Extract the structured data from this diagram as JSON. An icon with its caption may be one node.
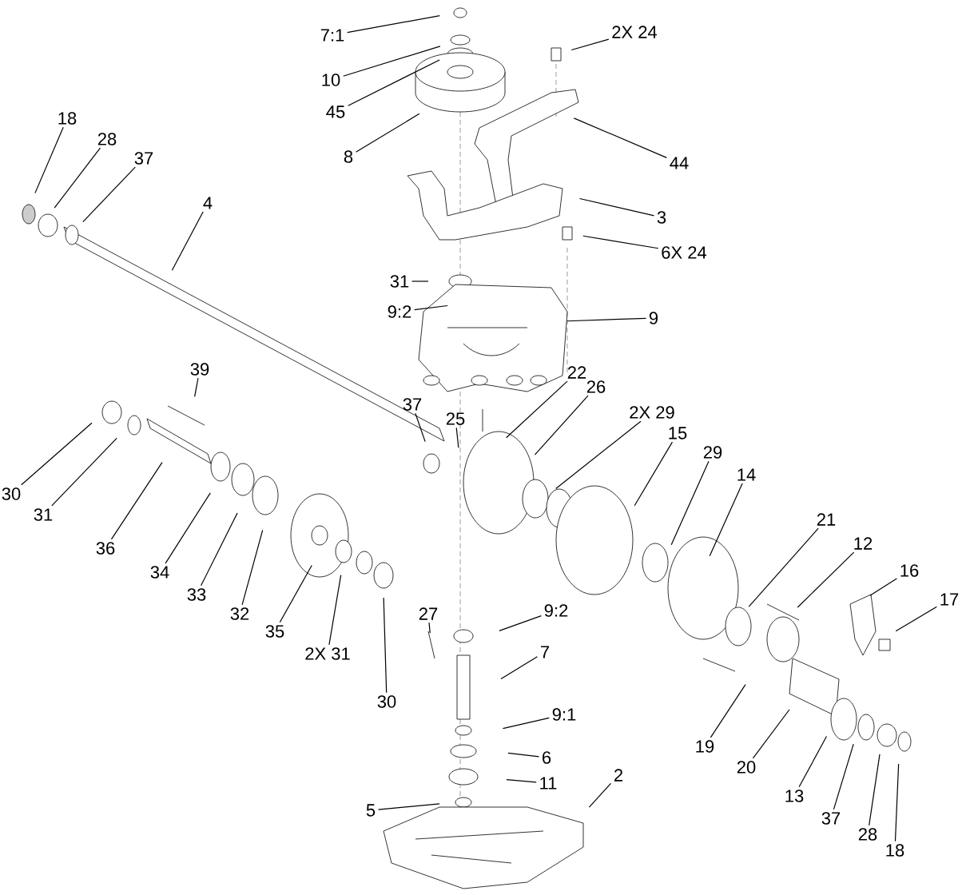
{
  "diagram": {
    "nodes": [
      {
        "text": [
          "7:1"
        ]
      },
      {
        "text": [
          "10"
        ]
      },
      {
        "text": [
          "45"
        ]
      },
      {
        "text": [
          "2X 24"
        ]
      },
      {
        "text": [
          "8"
        ]
      },
      {
        "text": [
          "44"
        ]
      },
      {
        "text": [
          "18"
        ]
      },
      {
        "text": [
          "28"
        ]
      },
      {
        "text": [
          "37"
        ]
      },
      {
        "text": [
          "3"
        ]
      },
      {
        "text": [
          "4"
        ]
      },
      {
        "text": [
          "6X 24"
        ]
      },
      {
        "text": [
          "31"
        ]
      },
      {
        "text": [
          "9:2"
        ]
      },
      {
        "text": [
          "9"
        ]
      },
      {
        "text": [
          "39"
        ]
      },
      {
        "text": [
          "22"
        ]
      },
      {
        "text": [
          "26"
        ]
      },
      {
        "text": [
          "37"
        ]
      },
      {
        "text": [
          "25"
        ]
      },
      {
        "text": [
          "2X 29"
        ]
      },
      {
        "text": [
          "15"
        ]
      },
      {
        "text": [
          "29"
        ]
      },
      {
        "text": [
          "14"
        ]
      },
      {
        "text": [
          "30"
        ]
      },
      {
        "text": [
          "31"
        ]
      },
      {
        "text": [
          "36"
        ]
      },
      {
        "text": [
          "34"
        ]
      },
      {
        "text": [
          "33"
        ]
      },
      {
        "text": [
          "32"
        ]
      },
      {
        "text": [
          "35"
        ]
      },
      {
        "text": [
          "2X 31"
        ]
      },
      {
        "text": [
          "30"
        ]
      },
      {
        "text": [
          "21"
        ]
      },
      {
        "text": [
          "12"
        ]
      },
      {
        "text": [
          "16"
        ]
      },
      {
        "text": [
          "17"
        ]
      },
      {
        "text": [
          "27"
        ]
      },
      {
        "text": [
          "9:2"
        ]
      },
      {
        "text": [
          "7"
        ]
      },
      {
        "text": [
          "9:1"
        ]
      },
      {
        "text": [
          "6"
        ]
      },
      {
        "text": [
          "11"
        ]
      },
      {
        "text": [
          "5"
        ]
      },
      {
        "text": [
          "2"
        ]
      },
      {
        "text": [
          "19"
        ]
      },
      {
        "text": [
          "20"
        ]
      },
      {
        "text": [
          "13"
        ]
      },
      {
        "text": [
          "37"
        ]
      },
      {
        "text": [
          "28"
        ]
      },
      {
        "text": [
          "18"
        ]
      }
    ],
    "edges": [
      {
        "from": 0,
        "to": null,
        "arrow": "none"
      },
      {
        "from": 1,
        "to": null,
        "arrow": "none"
      },
      {
        "from": 2,
        "to": null,
        "arrow": "none"
      },
      {
        "from": 3,
        "to": null,
        "arrow": "none"
      },
      {
        "from": 4,
        "to": null,
        "arrow": "none"
      },
      {
        "from": 5,
        "to": null,
        "arrow": "none"
      },
      {
        "from": 6,
        "to": null,
        "arrow": "none"
      },
      {
        "from": 7,
        "to": null,
        "arrow": "none"
      },
      {
        "from": 8,
        "to": null,
        "arrow": "none"
      },
      {
        "from": 9,
        "to": null,
        "arrow": "none"
      },
      {
        "from": 10,
        "to": null,
        "arrow": "none"
      },
      {
        "from": 11,
        "to": null,
        "arrow": "none"
      },
      {
        "from": 12,
        "to": null,
        "arrow": "none"
      },
      {
        "from": 13,
        "to": null,
        "arrow": "none"
      },
      {
        "from": 14,
        "to": null,
        "arrow": "none"
      },
      {
        "from": 15,
        "to": null,
        "arrow": "none"
      },
      {
        "from": 16,
        "to": null,
        "arrow": "none"
      },
      {
        "from": 17,
        "to": null,
        "arrow": "none"
      },
      {
        "from": 18,
        "to": null,
        "arrow": "none"
      },
      {
        "from": 19,
        "to": null,
        "arrow": "none"
      },
      {
        "from": 20,
        "to": null,
        "arrow": "none"
      },
      {
        "from": 21,
        "to": null,
        "arrow": "none"
      },
      {
        "from": 22,
        "to": null,
        "arrow": "none"
      },
      {
        "from": 23,
        "to": null,
        "arrow": "none"
      },
      {
        "from": 24,
        "to": null,
        "arrow": "none"
      },
      {
        "from": 25,
        "to": null,
        "arrow": "none"
      },
      {
        "from": 26,
        "to": null,
        "arrow": "none"
      },
      {
        "from": 27,
        "to": null,
        "arrow": "none"
      },
      {
        "from": 28,
        "to": null,
        "arrow": "none"
      },
      {
        "from": 29,
        "to": null,
        "arrow": "none"
      },
      {
        "from": 30,
        "to": null,
        "arrow": "none"
      },
      {
        "from": 31,
        "to": null,
        "arrow": "none"
      },
      {
        "from": 32,
        "to": null,
        "arrow": "none"
      },
      {
        "from": 33,
        "to": null,
        "arrow": "none"
      },
      {
        "from": 34,
        "to": null,
        "arrow": "none"
      },
      {
        "from": 35,
        "to": null,
        "arrow": "none"
      },
      {
        "from": 36,
        "to": null,
        "arrow": "none"
      },
      {
        "from": 37,
        "to": null,
        "arrow": "none"
      },
      {
        "from": 38,
        "to": null,
        "arrow": "none"
      },
      {
        "from": 39,
        "to": null,
        "arrow": "none"
      },
      {
        "from": 40,
        "to": null,
        "arrow": "none"
      },
      {
        "from": 41,
        "to": null,
        "arrow": "none"
      },
      {
        "from": 42,
        "to": null,
        "arrow": "none"
      },
      {
        "from": 43,
        "to": null,
        "arrow": "none"
      },
      {
        "from": 44,
        "to": null,
        "arrow": "none"
      },
      {
        "from": 45,
        "to": null,
        "arrow": "none"
      },
      {
        "from": 46,
        "to": null,
        "arrow": "none"
      },
      {
        "from": 47,
        "to": null,
        "arrow": "none"
      },
      {
        "from": 48,
        "to": null,
        "arrow": "none"
      },
      {
        "from": 49,
        "to": null,
        "arrow": "none"
      },
      {
        "from": 50,
        "to": null,
        "arrow": "none"
      }
    ]
  }
}
